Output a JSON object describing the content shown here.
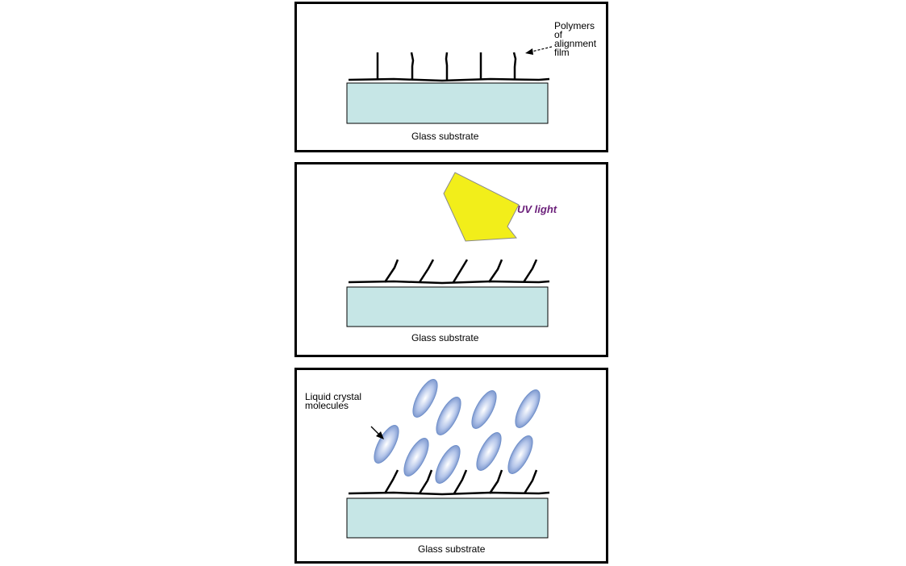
{
  "panels": [
    {
      "name": "panel-polymer-film",
      "substrate_label": "Glass substrate",
      "annotation_lines": [
        "Polymers",
        "of",
        "alignment",
        "film"
      ]
    },
    {
      "name": "panel-uv-exposure",
      "substrate_label": "Glass substrate",
      "light_label": "UV light"
    },
    {
      "name": "panel-liquid-crystal",
      "substrate_label": "Glass substrate",
      "annotation_lines": [
        "Liquid crystal",
        "molecules"
      ]
    }
  ],
  "colors": {
    "substrate_fill": "#c6e6e6",
    "uv_arrow": "#f2ee1a",
    "uv_text": "#6b1f7a",
    "molecule": "#6f8fc9"
  }
}
